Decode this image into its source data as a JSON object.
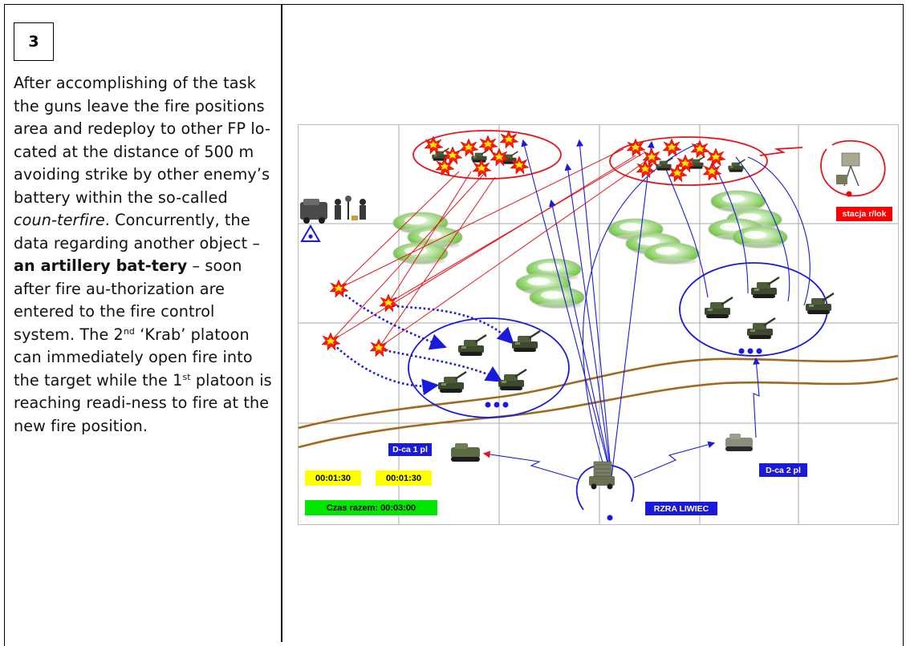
{
  "step_number": "3",
  "text": {
    "p1": "After accomplishing of the task the guns leave the fire positions area and redeploy to other FP lo-cated at the distance of 500 m avoiding strike by other enemy’s battery within the so-called ",
    "italic1": "coun-terfire",
    "p2": ". Concurrently, the data regarding another object – ",
    "bold1": "an artillery bat-tery",
    "p3": " – soon after fire au-thorization are entered to the fire control system. The 2",
    "sup1": "nd",
    "p4": " ‘Krab’ platoon can immediately open fire into the target while the 1",
    "sup2": "st",
    "p5": " platoon is reaching readi-ness to fire at the new fire position."
  },
  "diagram": {
    "labels": {
      "radio_station": "stacja r/lok",
      "commander_1": "D-ca 1 pl",
      "commander_2": "D-ca 2 pl",
      "radar": "RZRA LIWIEC",
      "timer_1": "00:01:30",
      "timer_2": "00:01:30",
      "total_time": "Czas razem: 00:03:00"
    },
    "colors": {
      "enemy": "#e8141c",
      "friendly": "#1a1adf",
      "river": "#a0691e",
      "timer_bg": "#ffff00",
      "total_bg": "#00e800",
      "label_blue": "#1a1ad8",
      "label_red": "#ff0000"
    },
    "icons": [
      "explosion-icon",
      "self-propelled-gun-icon",
      "radar-vehicle-icon",
      "command-vehicle-icon",
      "forest-icon",
      "observation-post-icon",
      "radio-station-icon"
    ]
  }
}
